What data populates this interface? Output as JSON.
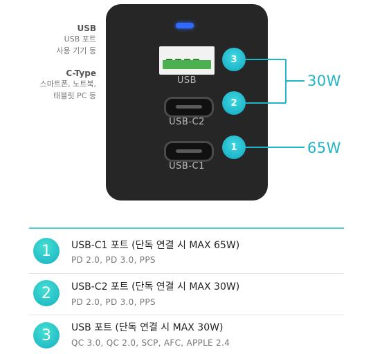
{
  "legend": {
    "usb_head": "USB",
    "usb_lines": [
      "USB 포트",
      "사용 기기 등"
    ],
    "ctype_head": "C-Type",
    "ctype_lines": [
      "스마트폰, 노트북,",
      "태블릿 PC 등"
    ]
  },
  "charger": {
    "ports": [
      {
        "label": "USB",
        "marker": "3"
      },
      {
        "label": "USB-C2",
        "marker": "2"
      },
      {
        "label": "USB-C1",
        "marker": "1"
      }
    ],
    "watt_30": "30W",
    "watt_65": "65W"
  },
  "specs": [
    {
      "number": "1",
      "title": "USB-C1 포트 (단독 연결 시 MAX 65W)",
      "detail": "PD 2.0, PD 3.0, PPS"
    },
    {
      "number": "2",
      "title": "USB-C2 포트 (단독 연결 시 MAX 30W)",
      "detail": "PD 2.0, PD 3.0, PPS"
    },
    {
      "number": "3",
      "title": "USB 포트 (단독 연결 시 MAX 30W)",
      "detail": "QC 3.0, QC 2.0, SCP, AFC, APPLE 2.4"
    }
  ],
  "colors": {
    "accent": "#1fb5c6",
    "charger_body": "#262626",
    "led": "#2f6bff",
    "usb_insert": "#4caf50"
  }
}
